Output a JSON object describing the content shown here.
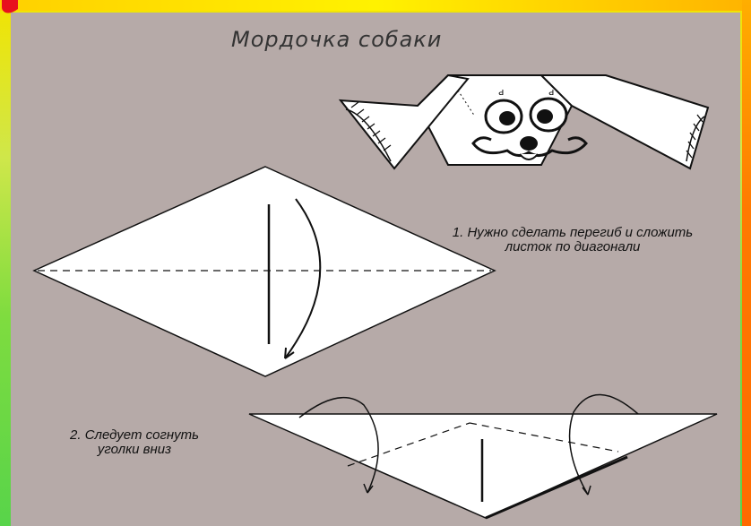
{
  "title": "Мордочка собаки",
  "steps": [
    {
      "number": "1.",
      "text": "Нужно сделать перегиб и сложить листок по диагонали"
    },
    {
      "number": "2.",
      "text": "Следует согнуть уголки вниз"
    }
  ],
  "colors": {
    "background": "#b6aaa8",
    "paper": "#ffffff",
    "line": "#111111",
    "accent": "#e8101e"
  },
  "icons": [
    "dog-face-icon",
    "fold-arrow-icon"
  ]
}
